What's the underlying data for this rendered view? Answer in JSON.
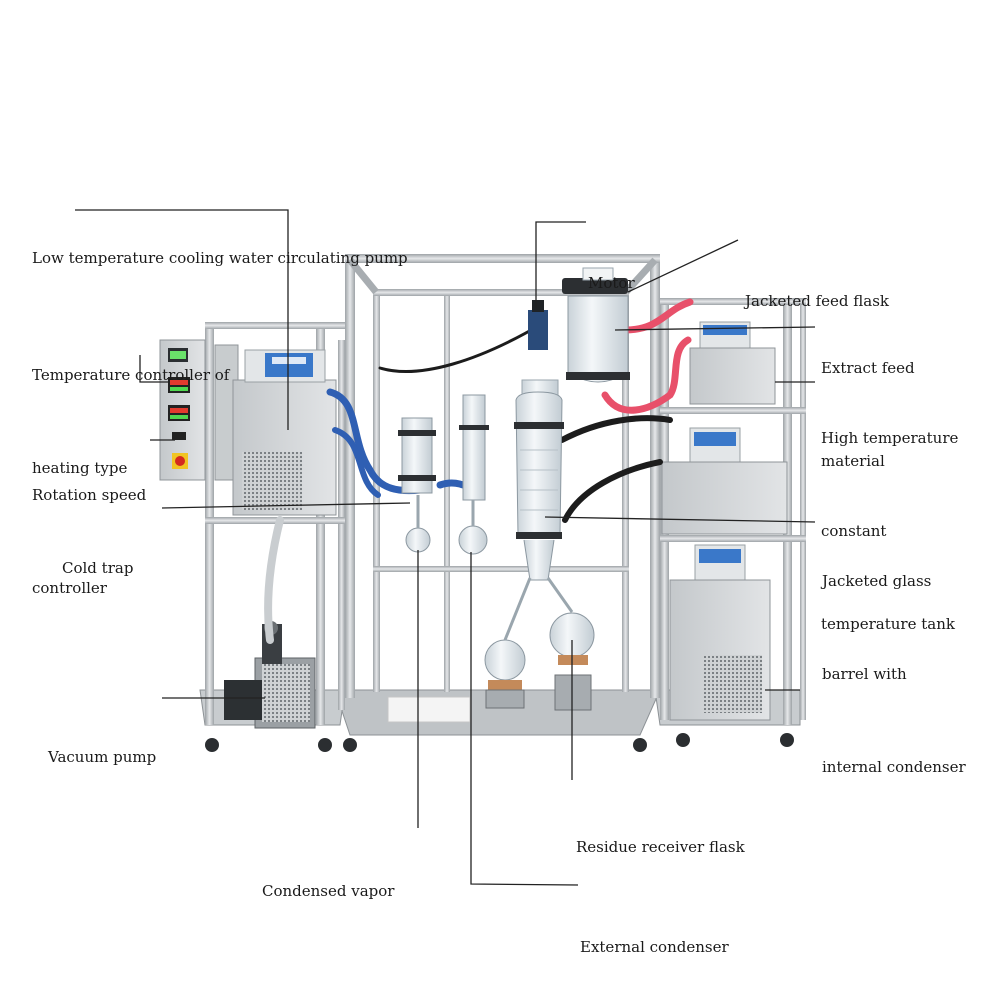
{
  "labels": {
    "cooling_pump": "Low temperature cooling water circulating pump",
    "temp_controller": [
      "Temperature controller of",
      "heating type"
    ],
    "rotation_controller": [
      "Rotation speed",
      "controller"
    ],
    "cold_trap": "Cold trap",
    "vacuum_pump": "Vacuum pump",
    "condensed_vapor": "Condensed vapor",
    "external_condenser": "External condenser",
    "residue_flask": "Residue receiver flask",
    "motor": "Motor",
    "jacketed_feed_flask": "Jacketed feed flask",
    "extract_feed": [
      "Extract feed",
      "material"
    ],
    "high_temp_tank": [
      "High temperature",
      "constant",
      "temperature tank"
    ],
    "jacketed_barrel": [
      "Jacketed glass",
      "barrel with",
      "internal condenser"
    ]
  },
  "colors": {
    "frame": "#b8bcbf",
    "cabinet": "#d3d6d8",
    "blue_hose": "#2f5fb3",
    "red_hose": "#e8506a",
    "display_blue": "#3a78c9",
    "glass": "#e9eef2",
    "leader": "#222222"
  }
}
